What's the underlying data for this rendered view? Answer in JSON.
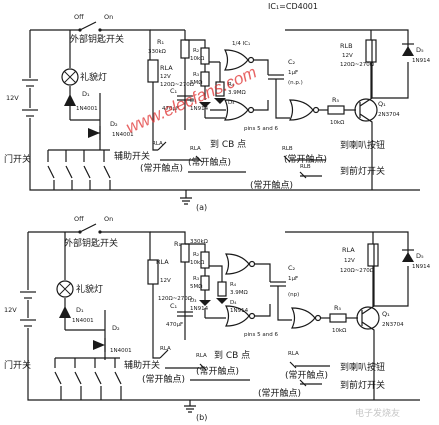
{
  "header": {
    "ic_label": "IC₁=CD4001"
  },
  "diagram_a": {
    "caption": "(a)",
    "switch_off": "Off",
    "switch_on": "On",
    "ignition_switch": "外部钥匙开关",
    "courtesy_lamp": "礼貌灯",
    "door_switch": "门开关",
    "aux_switch": "辅助开关",
    "battery": "12V",
    "d1": "D₁",
    "d1_part": "1N4001",
    "d2": "D₂",
    "d2_part": "1N4001",
    "r1": "R₁",
    "r1_val": "330kΩ",
    "rla": "RLA",
    "rla_spec": "12V",
    "rla_ohm": "120Ω~270Ω",
    "c1": "C₁",
    "c1_val": "470μF",
    "r2": "R₂",
    "r2_val": "10kΩ",
    "r3": "R₃",
    "r3_val": "5MΩ",
    "r4": "R₄",
    "r4_val": "3.9MΩ",
    "d3": "D₃",
    "d3_part": "1N914",
    "d4": "D₄",
    "c2": "C₂",
    "c2_val": "1μF",
    "c2_type": "(n.p.)",
    "r5": "R₅",
    "r5_val": "10kΩ",
    "q1": "Q₁",
    "q1_part": "2N3704",
    "rlb": "RLB",
    "rlb_spec": "12V",
    "rlb_ohm": "120Ω~270Ω",
    "d5": "D₅",
    "d5_part": "1N914",
    "gates": "1/4 IC₁",
    "pins": "pins 5 and 6",
    "rla_contact": "RLA",
    "rla_contact2": "RLA",
    "rlb_contact": "RLB",
    "rlb_contact2": "RLB",
    "to_cb": "到 CB 点",
    "to_horn": "到喇叭按钮",
    "to_headlight": "到前灯开关",
    "no_contact": "(常开触点)",
    "no_contact2": "(常开触点)",
    "no_contact3": "(常开触点)",
    "no_contact4": "(常开触点)"
  },
  "diagram_b": {
    "caption": "(b)",
    "switch_off": "Off",
    "switch_on": "On",
    "ignition_switch": "外部钥匙开关",
    "courtesy_lamp": "礼貌灯",
    "door_switch": "门开关",
    "aux_switch": "辅助开关",
    "battery": "12V",
    "d1": "D₁",
    "d1_part": "1N4001",
    "d2": "D₂",
    "d2_part": "1N4001",
    "r1": "R₁",
    "r1_val": "330kΩ",
    "rla": "RLA",
    "rla_spec": "12V",
    "rla_ohm": "120Ω~270Ω",
    "c1": "C₁",
    "c1_val": "470μF",
    "r2": "R₂",
    "r2_val": "10kΩ",
    "r3": "R₃",
    "r3_val": "5MΩ",
    "r4": "R₄",
    "r4_val": "3.9MΩ",
    "d3": "D₃",
    "d3_part": "1N914",
    "d4": "D₄",
    "d4_part": "1N914",
    "c2": "C₂",
    "c2_val": "1μF",
    "c2_type": "(np)",
    "r5": "R₅",
    "r5_val": "10kΩ",
    "q1": "Q₁",
    "q1_part": "2N3704",
    "rla2": "RLA",
    "rla2_spec": "12V",
    "rla2_ohm": "120Ω~270Ω",
    "d5": "D₅",
    "d5_part": "1N914",
    "pins": "pins 5 and 6",
    "rla_contact": "RLA",
    "rla_contact2": "RLA",
    "rla_contact3": "RLA",
    "to_cb": "到 CB 点",
    "to_horn": "到喇叭按钮",
    "to_headlight": "到前灯开关",
    "no_contact": "(常开触点)",
    "no_contact2": "(常开触点)",
    "no_contact3": "(常开触点)",
    "no_contact4": "(常开触点)"
  },
  "watermark": {
    "text": "www.elecfans.com",
    "corner": "电子发烧友"
  }
}
